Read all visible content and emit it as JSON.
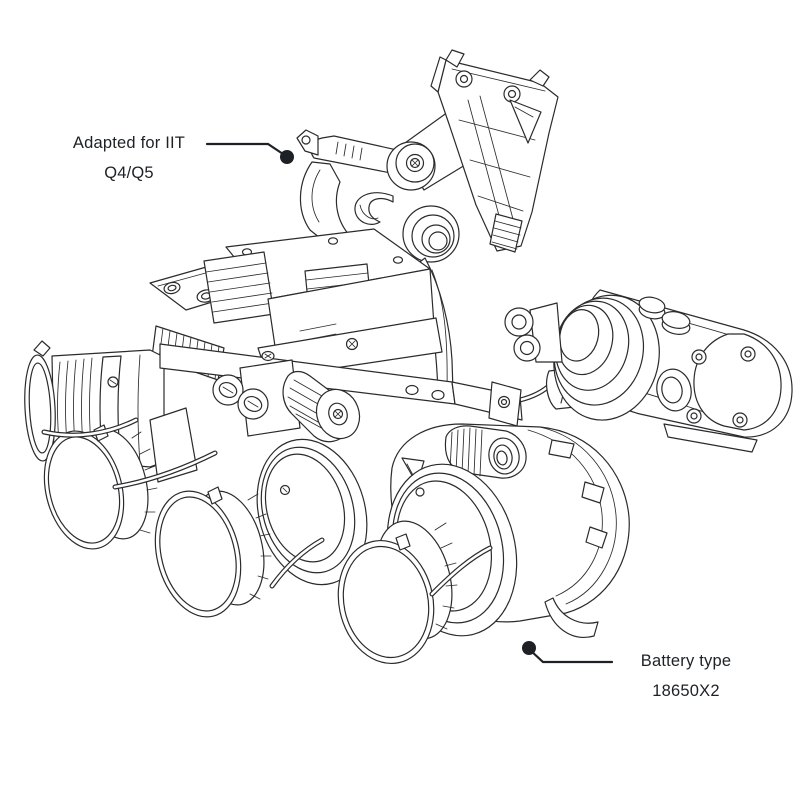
{
  "page": {
    "background": "#ffffff",
    "line_color": "#2b2b2e",
    "text_color": "#1d2126"
  },
  "illustration": {
    "subject": "quad-tube-night-vision-goggles-line-drawing",
    "parts": [
      "helmet-mount-shoe",
      "pivot-arm",
      "chassis-bridge",
      "objective-tubes",
      "lens-caps",
      "retaining-wires",
      "power-cable",
      "battery-pack"
    ]
  },
  "callouts": {
    "iit": {
      "line1": "Adapted for IIT",
      "line2": "Q4/Q5"
    },
    "battery": {
      "line1": "Battery type",
      "line2": "18650X2"
    }
  }
}
